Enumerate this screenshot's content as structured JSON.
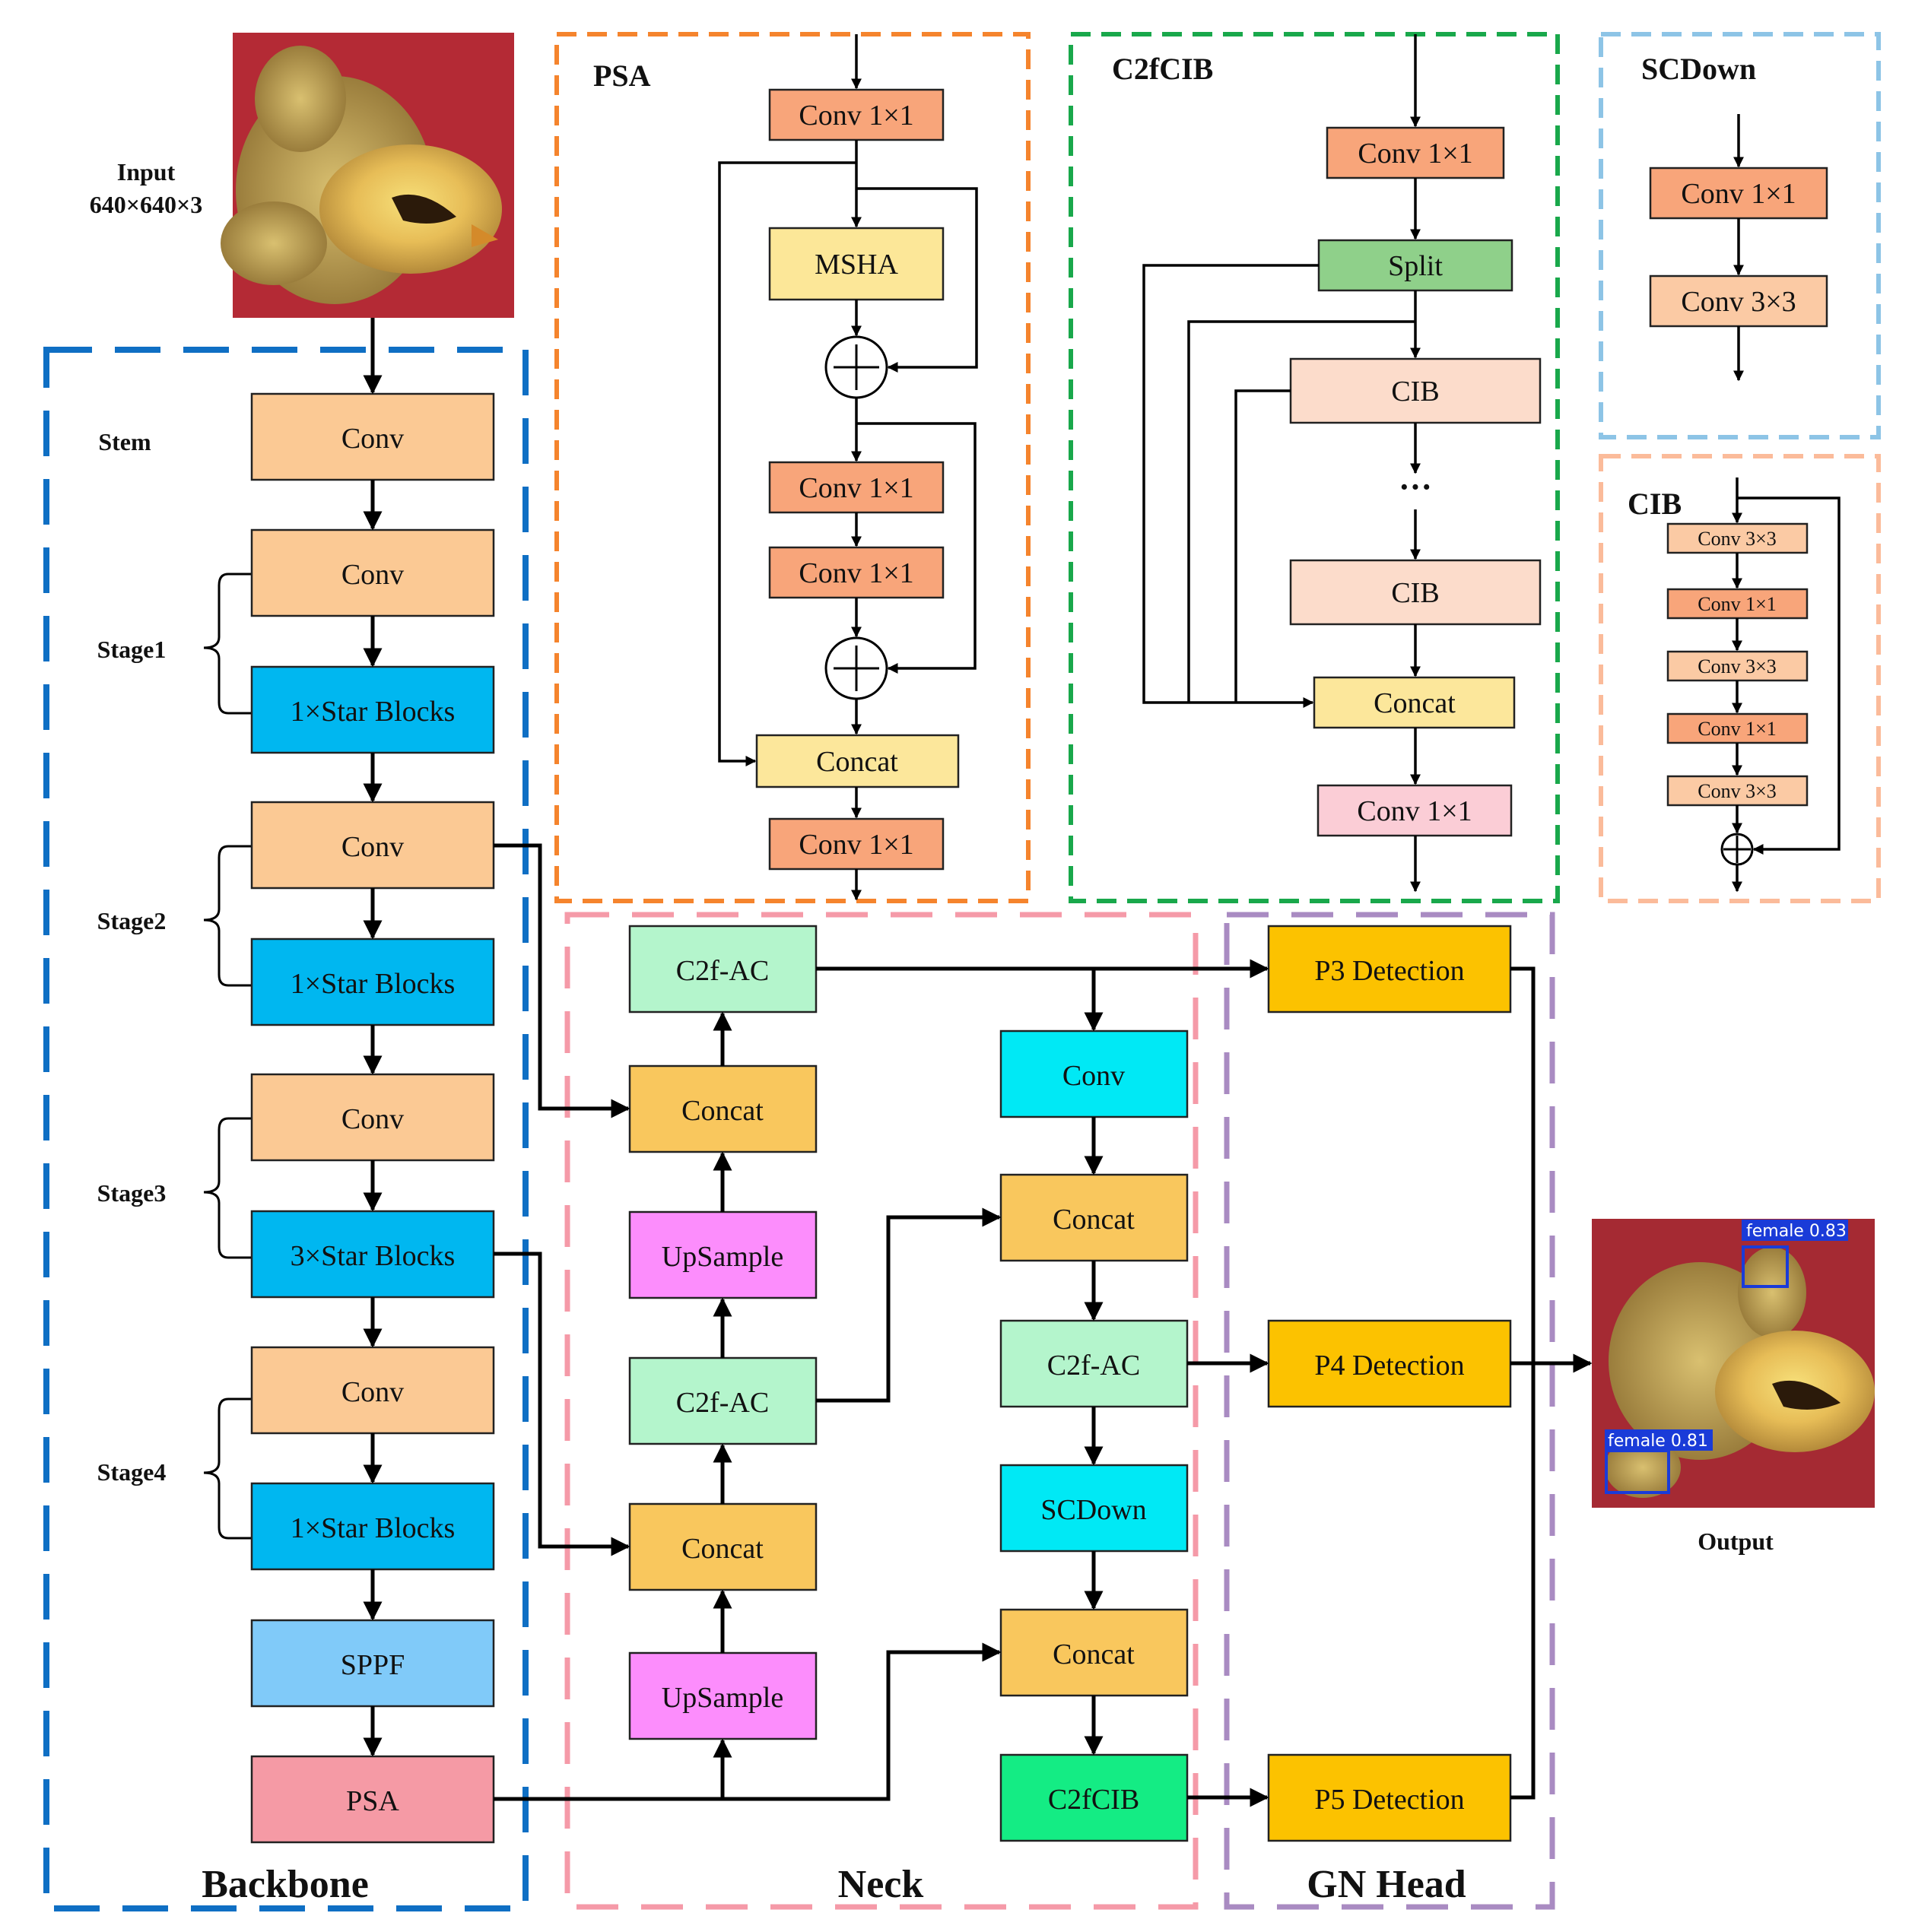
{
  "colors": {
    "conv": "#fbc994",
    "star": "#00b7f0",
    "sppf": "#80caf9",
    "psa": "#f59aa5",
    "c2fac": "#b4f5cc",
    "concat": "#f9c75d",
    "upsample": "#fc8dfc",
    "cyan": "#00e9f5",
    "c2fcib": "#14ec84",
    "detect": "#fcc200",
    "conv_dark": "#f8a57a",
    "msha": "#fce798",
    "concat_light": "#fce79b",
    "split": "#8fd08a",
    "cib": "#fcdccb",
    "conv_pink": "#fbcdd6",
    "conv_mid": "#fbcaa4",
    "border_backbone": "#0f6fc4",
    "border_neck": "#f59aa8",
    "border_head": "#a98bc2",
    "border_psa": "#f5842d",
    "border_c2fcib": "#19a84b",
    "border_scdown": "#8dc4e6",
    "border_cib": "#fbbb9a",
    "chick_bg": "#b42a35"
  },
  "input": {
    "title": "Input",
    "size": "640×640×3"
  },
  "output": {
    "label": "Output",
    "detections": [
      "female 0.83",
      "female 0.81"
    ]
  },
  "backbone": {
    "title": "Backbone",
    "stages": [
      "Stem",
      "Stage1",
      "Stage2",
      "Stage3",
      "Stage4"
    ],
    "blocks": [
      "Conv",
      "Conv",
      "1×Star Blocks",
      "Conv",
      "1×Star Blocks",
      "Conv",
      "3×Star Blocks",
      "Conv",
      "1×Star Blocks",
      "SPPF",
      "PSA"
    ]
  },
  "neck": {
    "title": "Neck",
    "left": [
      "C2f-AC",
      "Concat",
      "UpSample",
      "C2f-AC",
      "Concat",
      "UpSample"
    ],
    "right": [
      "Conv",
      "Concat",
      "C2f-AC",
      "SCDown",
      "Concat",
      "C2fCIB"
    ]
  },
  "head": {
    "title": "GN Head",
    "blocks": [
      "P3 Detection",
      "P4 Detection",
      "P5 Detection"
    ]
  },
  "psa": {
    "title": "PSA",
    "blocks": [
      "Conv 1×1",
      "MSHA",
      "Conv 1×1",
      "Conv 1×1",
      "Concat",
      "Conv 1×1"
    ]
  },
  "c2fcib": {
    "title": "C2fCIB",
    "blocks": [
      "Conv 1×1",
      "Split",
      "CIB",
      "CIB",
      "Concat",
      "Conv 1×1"
    ],
    "ellipsis": "···"
  },
  "scdown": {
    "title": "SCDown",
    "blocks": [
      "Conv 1×1",
      "Conv 3×3"
    ]
  },
  "cib": {
    "title": "CIB",
    "blocks": [
      "Conv 3×3",
      "Conv 1×1",
      "Conv 3×3",
      "Conv 1×1",
      "Conv 3×3"
    ]
  }
}
